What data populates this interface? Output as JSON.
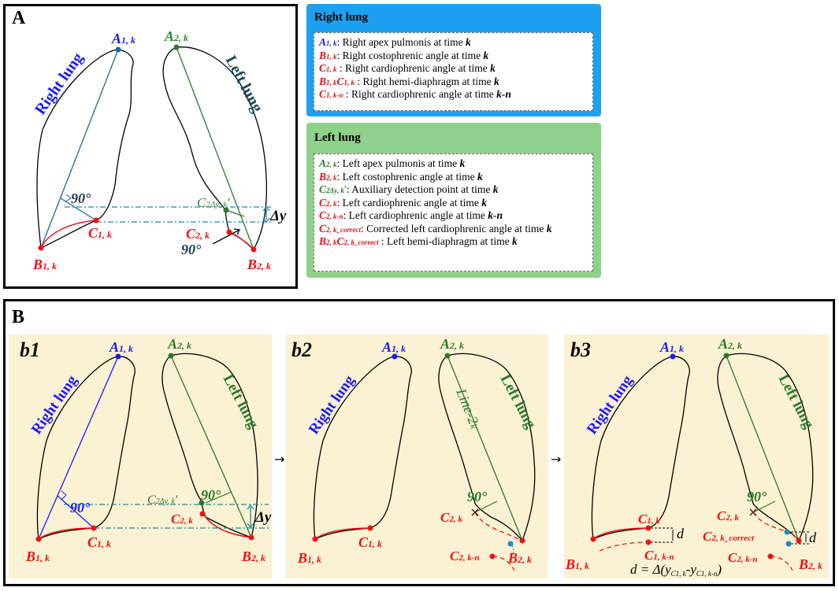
{
  "panel_a": {
    "letter": "A",
    "right_lung_label": "Right lung",
    "left_lung_label": "Left lung",
    "point_A1": "A",
    "point_A1_sub": "1, k",
    "point_A2": "A",
    "point_A2_sub": "2, k",
    "point_B1": "B",
    "point_B1_sub": "1, k",
    "point_B2": "B",
    "point_B2_sub": "2, k",
    "point_C1": "C",
    "point_C1_sub": "1, k",
    "point_C2": "C",
    "point_C2_sub": "2, k",
    "point_aux": "C",
    "point_aux_sub": "2Δy, k",
    "point_aux_prime": "′",
    "angle_right": "90°",
    "angle_left": "90°",
    "delta_label": "Δy"
  },
  "legend_right": {
    "header": "Right lung",
    "items": [
      {
        "sym": "A",
        "sub": "1, k",
        "text": ": Right apex pulmonis at time ",
        "k": "k"
      },
      {
        "sym": "B",
        "sub": "1, k",
        "text": ": Right costophrenic angle at time ",
        "k": "k"
      },
      {
        "sym": "C",
        "sub": "1, k",
        "text": " : Right cardiophrenic angle at time ",
        "k": "k"
      },
      {
        "sym": "B",
        "sub": "1, k",
        "sym2": "C",
        "sub2": "1, k",
        "text": " : Right hemi-diaphragm at time ",
        "k": "k"
      },
      {
        "sym": "C",
        "sub": "1, k-n",
        "text": " : Right cardiophrenic angle at time ",
        "k": "k-n"
      }
    ]
  },
  "legend_left": {
    "header": "Left lung",
    "items": [
      {
        "sym": "A",
        "sub": "2, k",
        "text": ": Left apex pulmonis at time ",
        "k": "k"
      },
      {
        "sym": "B",
        "sub": "2, k",
        "text": ": Left costophrenic angle at time ",
        "k": "k"
      },
      {
        "sym": "C",
        "sub": "2Δy, k",
        "prime": "′",
        "text": ": Auxiliary detection point at time ",
        "k": "k"
      },
      {
        "sym": "C",
        "sub": "2, k",
        "text": ": Left cardiophrenic angle at time ",
        "k": "k"
      },
      {
        "sym": "C",
        "sub": "2, k-n",
        "text": ": Left cardiophrenic angle at time ",
        "k": "k-n"
      },
      {
        "sym": "C",
        "sub": "2, k_correct",
        "text": ": Corrected left cardiophrenic angle at time ",
        "k": "k"
      },
      {
        "sym": "B",
        "sub": "2, k",
        "sym2": "C",
        "sub2": "2, k_correct",
        "text": " : Left hemi-diaphragm at time ",
        "k": "k"
      }
    ]
  },
  "panel_b": {
    "letter": "B",
    "sub_b1": "b1",
    "sub_b2": "b2",
    "sub_b3": "b3",
    "arrow": "→",
    "right_lung_label": "Right lung",
    "left_lung_label": "Left lung",
    "line2k": "Line-2",
    "line2k_sub": "k",
    "point_C2kn_sub": "2, k-n",
    "point_C1kn_sub": "1, k-n",
    "point_C2kcorr_sub": "2, k_correct",
    "d_label": "d",
    "d_formula": "d = Δ(y",
    "d_formula_sub1": "C1, k",
    "d_formula_mid": "-y",
    "d_formula_sub2": "C1, k-n",
    "d_formula_end": ")",
    "angle": "90°",
    "delta_label": "Δy"
  },
  "colors": {
    "blue": "#1a1aff",
    "red": "#e11111",
    "green": "#2a7a2a",
    "teal": "#1a8aa0",
    "legend_right_bg": "#1ea0f0",
    "legend_left_bg": "#8fd08a",
    "subpanel_bg": "#fbf1d3"
  }
}
